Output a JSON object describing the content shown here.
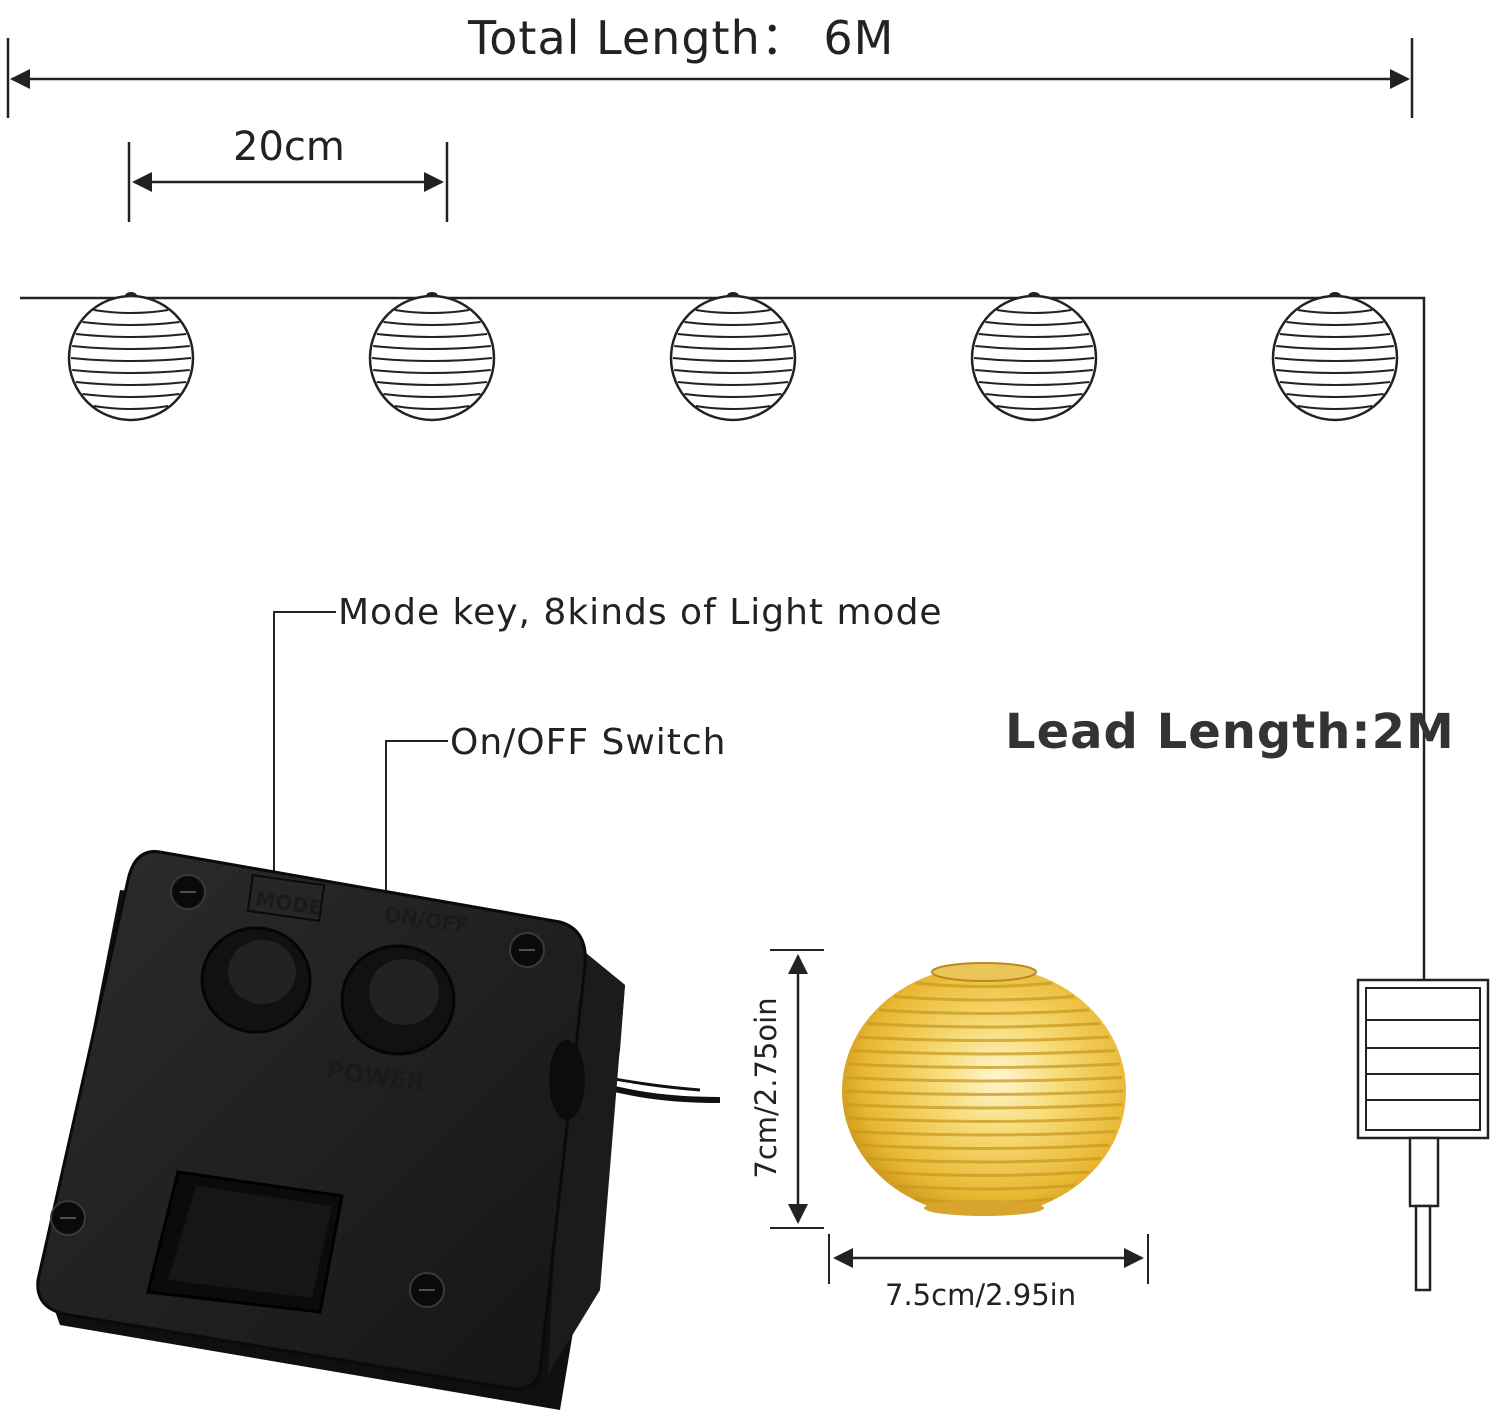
{
  "labels": {
    "total_length": "Total Length： 6M",
    "lantern_spacing": "20cm",
    "mode_key": "Mode key, 8kinds of Light mode",
    "on_off_switch": "On/OFF Switch",
    "lead_length": "Lead Length:2M",
    "lantern_height": "7cm/2.75oin",
    "lantern_width": "7.5cm/2.95in"
  },
  "solar_box": {
    "mode_marking": "MODE",
    "onoff_marking": "ON/OFF",
    "power_marking": "POWER"
  },
  "lantern_count": 5,
  "colors": {
    "line": "#222222",
    "solar_box": "#1c1c1c",
    "lantern_fill": "#f2c84b",
    "lantern_highlight": "#fff4c8"
  }
}
